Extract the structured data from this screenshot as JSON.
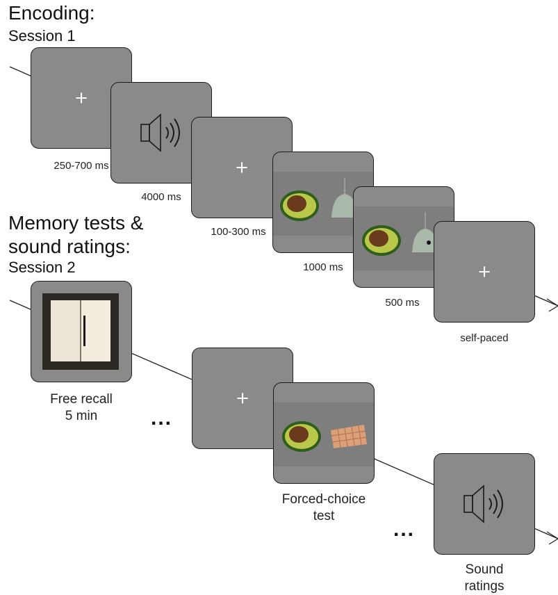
{
  "encoding": {
    "title": "Encoding:",
    "session": "Session 1",
    "steps": [
      {
        "label": "250-700 ms",
        "content": "fixation",
        "symbol": "+"
      },
      {
        "label": "4000 ms",
        "content": "speaker-icon"
      },
      {
        "label": "100-300 ms",
        "content": "fixation",
        "symbol": "+"
      },
      {
        "label": "1000 ms",
        "content": "avocado-and-lamp"
      },
      {
        "label": "500 ms",
        "content": "avocado-and-lamp-with-dot"
      },
      {
        "label": "self-paced",
        "content": "fixation",
        "symbol": "+"
      }
    ]
  },
  "memory": {
    "title_line1": "Memory tests &",
    "title_line2": "sound ratings:",
    "session": "Session 2",
    "steps": [
      {
        "label_line1": "Free recall",
        "label_line2": "5 min",
        "content": "notebook-image"
      },
      {
        "label": "...",
        "content": "ellipsis"
      },
      {
        "label": "",
        "content": "fixation",
        "symbol": "+"
      },
      {
        "label_line1": "Forced-choice",
        "label_line2": "test",
        "content": "avocado-and-waffle"
      },
      {
        "label": "...",
        "content": "ellipsis"
      },
      {
        "label_line1": "Sound",
        "label_line2": "ratings",
        "content": "speaker-icon"
      }
    ]
  },
  "colors": {
    "screen": "#8a8a8a",
    "band": "#7e7e7e",
    "avocado_skin": "#2f5d1c",
    "avocado_flesh": "#b9c84a",
    "avocado_pit": "#6a3a1c",
    "lamp": "#a9b8a8",
    "waffle": "#d9a07a"
  }
}
